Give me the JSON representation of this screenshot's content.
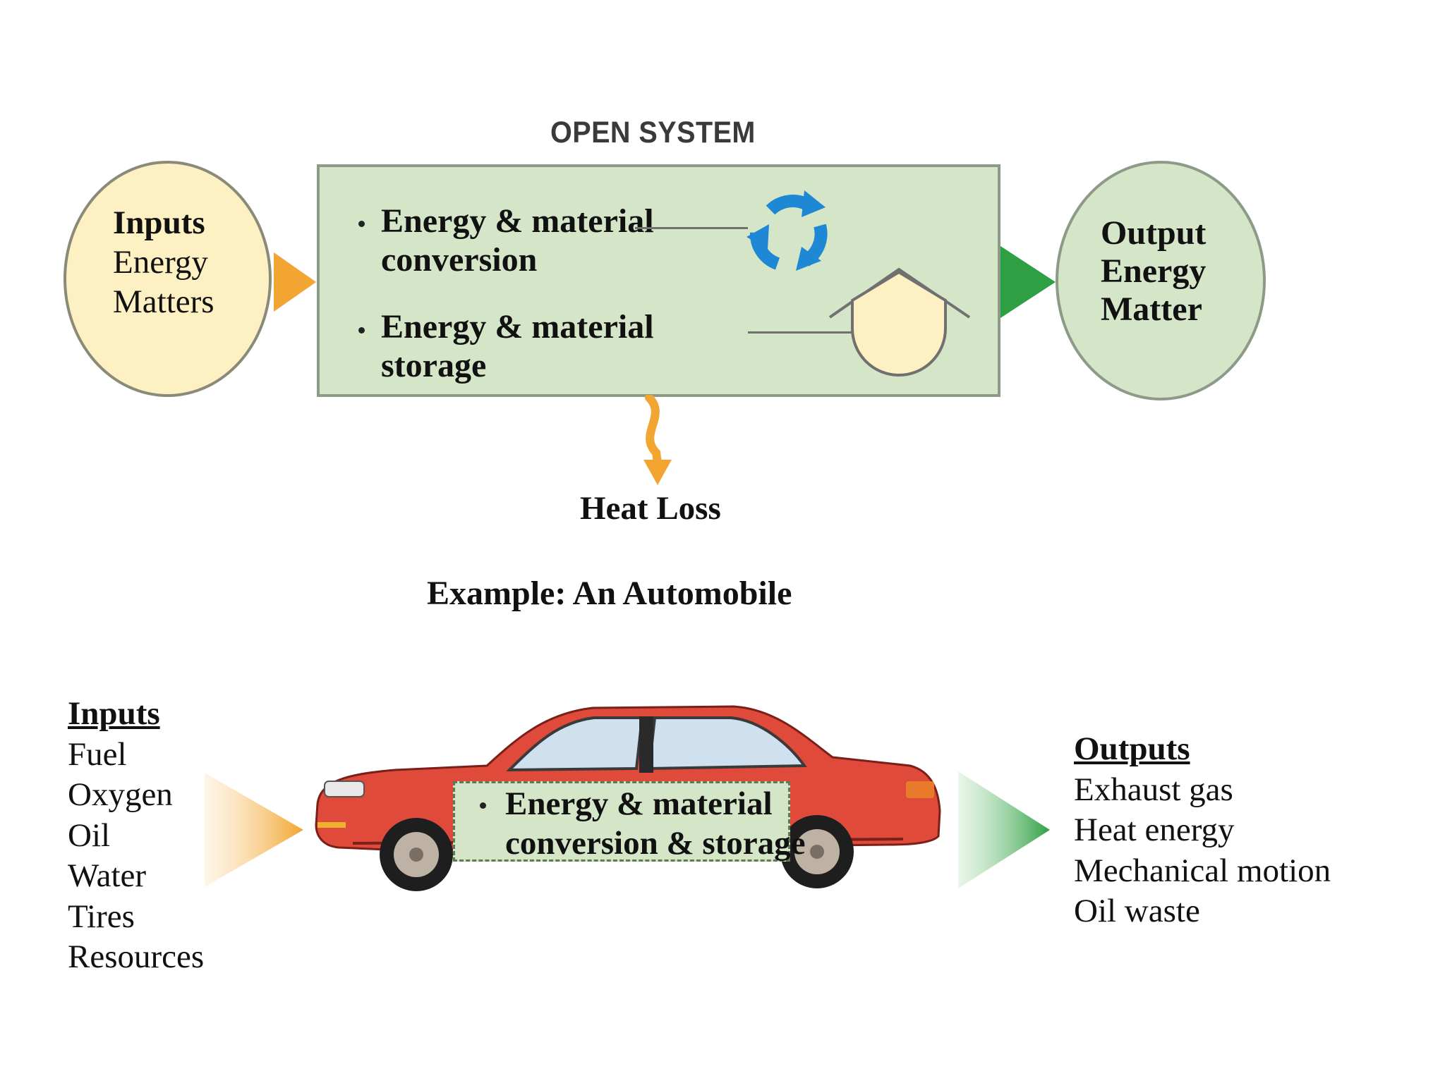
{
  "open_system": {
    "title": "OPEN SYSTEM",
    "inputs": {
      "heading": "Inputs",
      "line1": "Energy",
      "line2": "Matters"
    },
    "conversion": {
      "line1": "Energy & material",
      "line2": "conversion"
    },
    "storage": {
      "line1": "Energy & material",
      "line2": "storage"
    },
    "outputs": {
      "line1": "Output",
      "line2": "Energy",
      "line3": "Matter"
    },
    "heat_loss": "Heat Loss",
    "icons": [
      "recycle-icon",
      "storage-house-icon",
      "heat-loss-arrow-icon"
    ]
  },
  "automobile": {
    "title": "Example: An Automobile",
    "inputs": {
      "heading": "Inputs",
      "items": [
        "Fuel",
        "Oxygen",
        "Oil",
        "Water",
        "Tires",
        "Resources"
      ]
    },
    "panel": {
      "line1": "Energy & material",
      "line2": "conversion & storage"
    },
    "outputs": {
      "heading": "Outputs",
      "items": [
        "Exhaust gas",
        "Heat energy",
        "Mechanical motion",
        "Oil waste"
      ]
    },
    "icons": [
      "car-icon",
      "input-arrow-icon",
      "output-arrow-icon"
    ]
  },
  "colors": {
    "input_fill": "#fdf0c3",
    "system_fill": "#d5e6c8",
    "input_arrow": "#f2a530",
    "output_arrow": "#2ea043",
    "recycle": "#1e88d4",
    "car_body": "#e04a3a"
  }
}
